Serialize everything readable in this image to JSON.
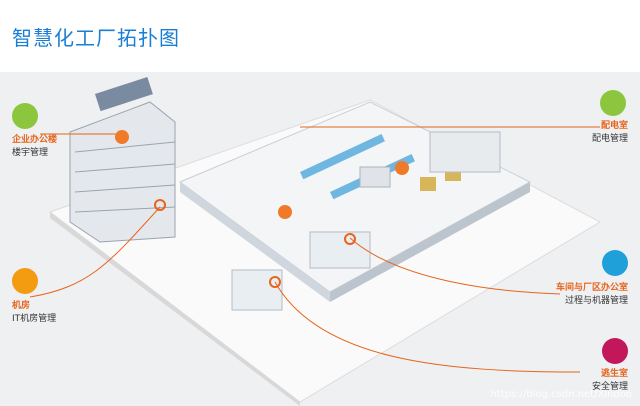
{
  "title": "智慧化工厂拓扑图",
  "colors": {
    "title": "#1a7fd4",
    "accent": "#e8641c",
    "green": "#8cc63f",
    "blue": "#1fa0d8",
    "magenta": "#c2185b",
    "orange": "#f39c12"
  },
  "callouts": [
    {
      "id": "office",
      "name": "企业办公楼",
      "desc": "楼宇管理",
      "icon": "building-icon"
    },
    {
      "id": "datacenter",
      "name": "机房",
      "desc": "IT机房管理",
      "icon": "server-room-icon"
    },
    {
      "id": "power",
      "name": "配电室",
      "desc": "配电管理",
      "icon": "power-plug-icon"
    },
    {
      "id": "workshop",
      "name": "车间与厂区办公室",
      "desc": "过程与机器管理",
      "icon": "factory-icon"
    },
    {
      "id": "escape",
      "name": "逃生室",
      "desc": "安全管理",
      "icon": "running-man-icon"
    }
  ],
  "watermark": "https://blog.csdn.net/Xindoo"
}
